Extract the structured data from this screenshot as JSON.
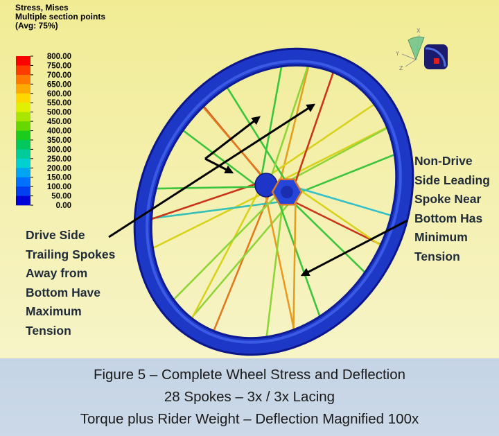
{
  "legend": {
    "title": "Stress, Mises",
    "subtitle": "Multiple section points",
    "averaging": "(Avg: 75%)",
    "levels": [
      "800.00",
      "750.00",
      "700.00",
      "650.00",
      "600.00",
      "550.00",
      "500.00",
      "450.00",
      "400.00",
      "350.00",
      "300.00",
      "250.00",
      "200.00",
      "150.00",
      "100.00",
      "50.00",
      "0.00"
    ],
    "colors": [
      "#ff0000",
      "#ff3c00",
      "#ff7800",
      "#ffaa00",
      "#ffd800",
      "#e0f000",
      "#a8e600",
      "#66d800",
      "#1ccc1c",
      "#00c85a",
      "#00cc9a",
      "#00d0d0",
      "#00a4f0",
      "#0070ff",
      "#0040f0",
      "#0000d8"
    ]
  },
  "triad": {
    "x": "X",
    "y": "Y",
    "z": "Z"
  },
  "annotations": {
    "drive_side": [
      "Drive Side",
      "Trailing Spokes",
      "Away from",
      "Bottom Have",
      "Maximum",
      "Tension"
    ],
    "non_drive_side": [
      "Non-Drive",
      "Side Leading",
      "Spoke Near",
      "Bottom Has",
      "Minimum",
      "Tension"
    ]
  },
  "caption": {
    "line1": "Figure 5 – Complete Wheel Stress and Deflection",
    "line2": "28 Spokes – 3x / 3x Lacing",
    "line3": "Torque plus Rider Weight – Deflection Magnified 100x"
  }
}
